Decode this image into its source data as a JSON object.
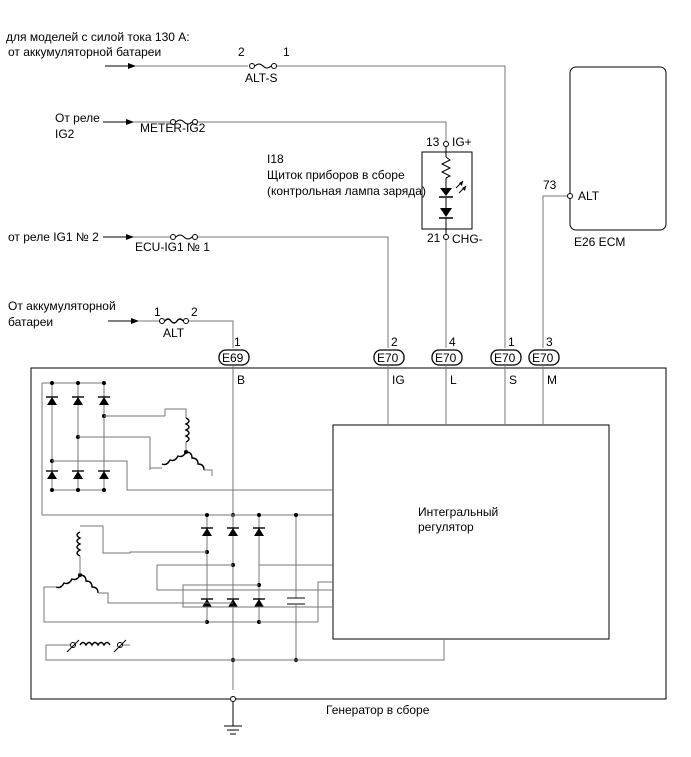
{
  "heading": "для моделей с силой тока 130 А:",
  "sources": {
    "battery_1": "от аккумуляторной батареи",
    "relay_ig2_line1": "От реле",
    "relay_ig2_line2": "IG2",
    "relay_ig1": "от реле IG1 № 2",
    "battery_2_line1": "От аккумуляторной",
    "battery_2_line2": "батареи"
  },
  "fuses": {
    "alt_s": {
      "label": "ALT-S",
      "pin_left": "2",
      "pin_right": "1"
    },
    "meter_ig2": {
      "label": "METER-IG2"
    },
    "ecu_ig1": {
      "label": "ECU-IG1 № 1"
    },
    "alt": {
      "label": "ALT",
      "pin_left": "1",
      "pin_right": "2"
    }
  },
  "meter": {
    "code": "I18",
    "name": "Щиток приборов в сборе",
    "subtitle": "(контрольная лампа заряда)",
    "pin_top": "13",
    "pin_top_name": "IG+",
    "pin_bottom": "21",
    "pin_bottom_name": "CHG-"
  },
  "ecm": {
    "label": "E26  ECM",
    "pin": "73",
    "pin_name": "ALT"
  },
  "connectors": [
    {
      "code": "E69",
      "pin": "1",
      "terminal": "B"
    },
    {
      "code": "E70",
      "pin": "2",
      "terminal": "IG"
    },
    {
      "code": "E70",
      "pin": "4",
      "terminal": "L"
    },
    {
      "code": "E70",
      "pin": "1",
      "terminal": "S"
    },
    {
      "code": "E70",
      "pin": "3",
      "terminal": "M"
    }
  ],
  "regulator": {
    "line1": "Интегральный",
    "line2": "регулятор"
  },
  "alternator_label": "Генератор в сборе"
}
